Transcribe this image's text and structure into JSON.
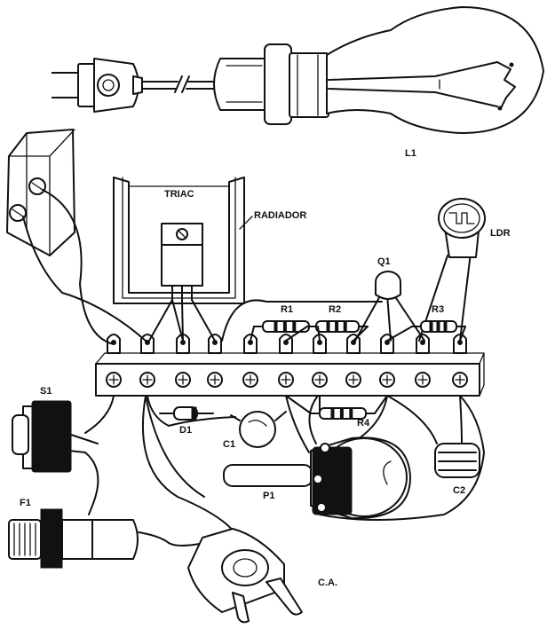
{
  "labels": {
    "triac": "TRIAC",
    "radiador": "RADIADOR",
    "l1": "L1",
    "ldr": "LDR",
    "q1": "Q1",
    "r1": "R1",
    "r2": "R2",
    "r3": "R3",
    "r4": "R4",
    "s1": "S1",
    "d1": "D1",
    "c1": "C1",
    "c2": "C2",
    "p1": "P1",
    "f1": "F1",
    "ca": "C.A."
  }
}
